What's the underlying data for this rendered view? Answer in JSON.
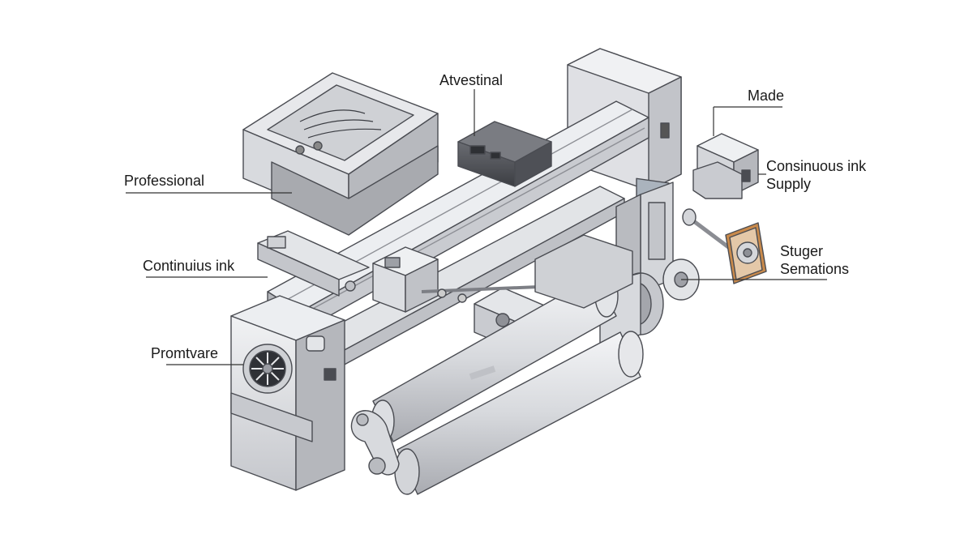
{
  "labels": {
    "atvestinal": "Atvestinal",
    "made": "Made",
    "professional": "Professional",
    "continuous_ink_left": "Continuius ink",
    "continuous_ink_supply_line1": "Consinuous ink",
    "continuous_ink_supply_line2": "Supply",
    "stuger_line1": "Stuger",
    "stuger_line2": "Semations",
    "promtvare": "Promtvare"
  },
  "colors": {
    "metal_light": "#e6e7ea",
    "metal_mid": "#c9cbd0",
    "metal_dark": "#9a9ca3",
    "outline": "#4a4c52",
    "accent_orange": "#c98a4b",
    "leader_line": "#333333"
  }
}
